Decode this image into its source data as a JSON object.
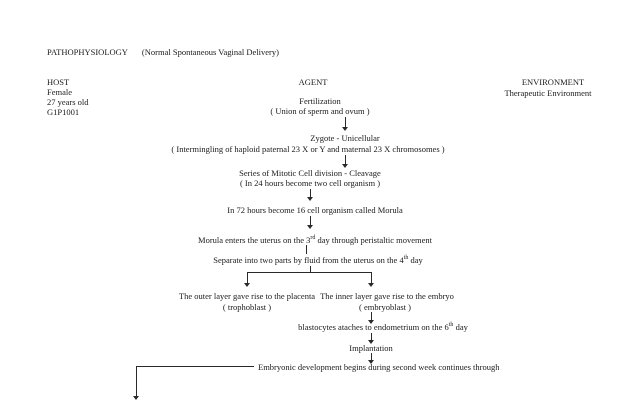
{
  "header": {
    "title": "PATHOPHYSIOLOGY",
    "subtitle": "(Normal Spontaneous Vaginal Delivery)"
  },
  "columns": {
    "host": {
      "label": "HOST",
      "lines": [
        "Female",
        "27 years old",
        "G1P1001"
      ]
    },
    "agent": {
      "label": "AGENT",
      "step": "Fertilization",
      "detail": "( Union of sperm and ovum )"
    },
    "environment": {
      "label": "ENVIRONMENT",
      "detail": "Therapeutic Environment"
    }
  },
  "flow": {
    "zygote": {
      "title": "Zygote - Unicellular",
      "detail": "( Intermingling of haploid paternal 23 X or Y and maternal 23 X chromosomes )"
    },
    "cleavage": {
      "title": "Series of  Mitotic Cell division - Cleavage",
      "detail": "( In 24 hours become two cell organism )"
    },
    "morula": {
      "text": "In 72 hours become 16 cell organism called Morula"
    },
    "morula_uterus": {
      "pre": "Morula enters the uterus on the 3",
      "sup": "rd",
      "post": " day through peristaltic movement"
    },
    "separate": {
      "pre": "Separate into two parts by fluid from the uterus on the 4",
      "sup": "th",
      "post": " day"
    },
    "outer": {
      "title": "The outer layer gave rise to the placenta",
      "detail": "( trophoblast )"
    },
    "inner": {
      "title": "The inner layer gave rise to the embryo",
      "detail": "( embryoblast )"
    },
    "blastocyte": {
      "pre": "blastocytes ataches to endometrium on the 6",
      "sup": "th",
      "post": " day"
    },
    "implantation": {
      "text": "Implantation"
    },
    "embryonic": {
      "text": "Embryonic development begins during second week continues through"
    }
  }
}
